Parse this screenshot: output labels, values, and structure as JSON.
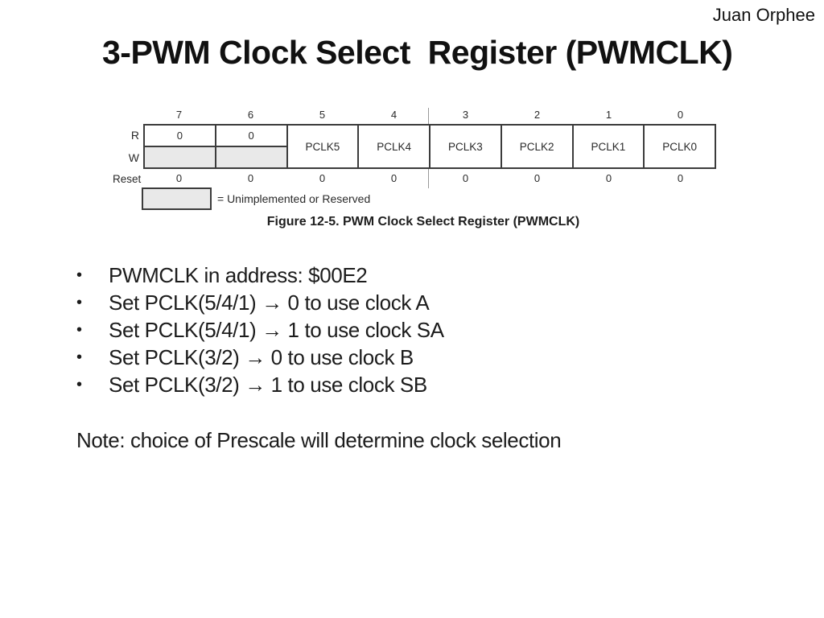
{
  "slide": {
    "author": "Juan Orphee",
    "title": "3-PWM Clock Select  Register (PWMCLK)"
  },
  "register_figure": {
    "bit_numbers": [
      "7",
      "6",
      "5",
      "4",
      "3",
      "2",
      "1",
      "0"
    ],
    "row_labels": {
      "read": "R",
      "write": "W",
      "reset": "Reset"
    },
    "read_values": [
      "0",
      "0"
    ],
    "field_names": [
      "PCLK5",
      "PCLK4",
      "PCLK3",
      "PCLK2",
      "PCLK1",
      "PCLK0"
    ],
    "reset_values": [
      "0",
      "0",
      "0",
      "0",
      "0",
      "0",
      "0",
      "0"
    ],
    "legend_text": "= Unimplemented or Reserved",
    "caption": "Figure 12-5. PWM Clock Select Register (PWMCLK)"
  },
  "content": {
    "bullet_char": "•",
    "bullets": [
      "PWMCLK in address: $00E2",
      "Set PCLK(5/4/1) → 0 to use clock A",
      "Set PCLK(5/4/1) → 1 to use clock SA",
      "Set PCLK(3/2) → 0 to use clock B",
      "Set PCLK(3/2) → 1 to use clock SB"
    ],
    "note": "Note: choice of Prescale will determine clock selection"
  },
  "colors": {
    "background": "#ffffff",
    "text": "#1c1c1c",
    "diagram_border": "#3c3c3c",
    "reserved_fill": "#e9e9e9",
    "divider_line": "#9a9a9a"
  }
}
